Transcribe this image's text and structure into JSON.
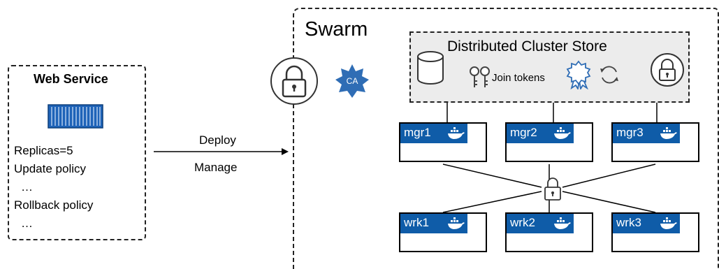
{
  "web_service": {
    "title": "Web Service",
    "lines": [
      "Replicas=5",
      "Update policy",
      "…",
      "Rollback policy",
      "…"
    ],
    "icon": "shipping-container-icon"
  },
  "arrow": {
    "top_label": "Deploy",
    "bottom_label": "Manage"
  },
  "swarm": {
    "title": "Swarm",
    "ca_label": "CA",
    "store": {
      "title": "Distributed Cluster Store",
      "join_tokens_label": "Join tokens"
    },
    "managers": [
      "mgr1",
      "mgr2",
      "mgr3"
    ],
    "workers": [
      "wrk1",
      "wrk2",
      "wrk3"
    ]
  },
  "colors": {
    "node_header": "#0f5ca8",
    "container": "#1e63b8",
    "ca_badge": "#2f6db5",
    "store_fill": "#ececec"
  }
}
